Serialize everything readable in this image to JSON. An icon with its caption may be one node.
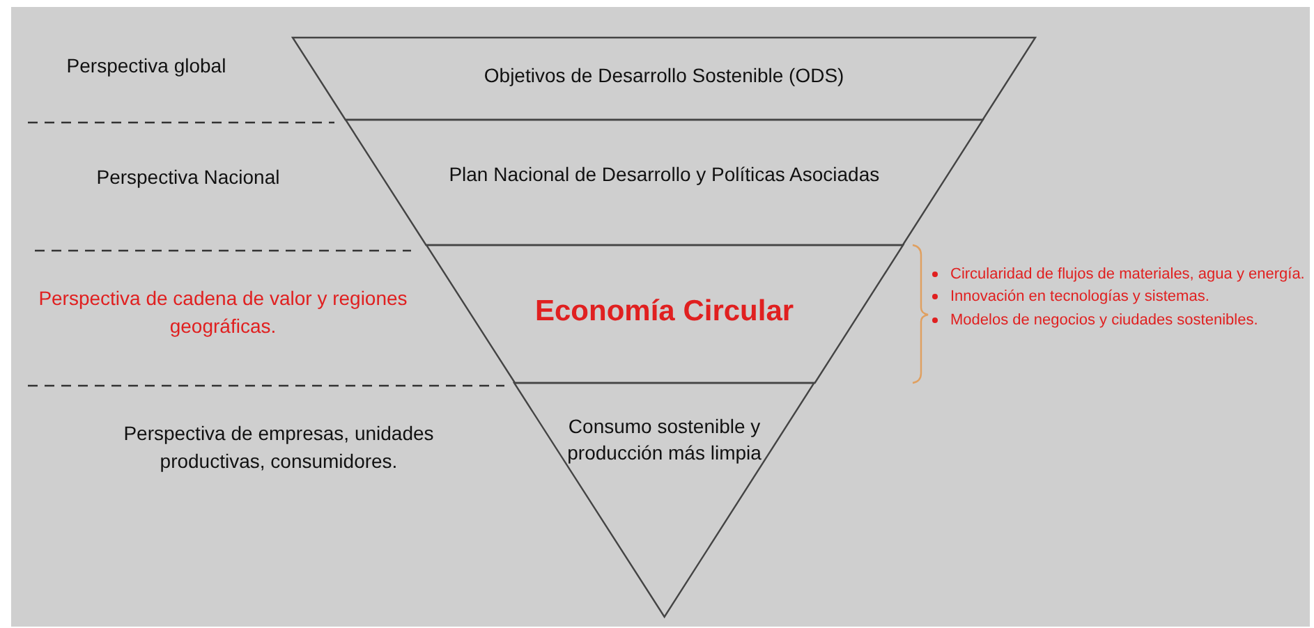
{
  "diagram": {
    "nodes": [
      {
        "text": [
          "Objetivos de Desarrollo Sostenible (ODS)"
        ]
      },
      {
        "text": [
          "Plan Nacional de Desarrollo y Políticas Asociadas"
        ]
      },
      {
        "text": [
          "Economía Circular"
        ]
      },
      {
        "text": [
          "Consumo sostenible y producción más limpia"
        ]
      }
    ],
    "labels": [
      "Perspectiva global",
      "Perspectiva Nacional",
      "Perspectiva de cadena de valor y regiones geográficas.",
      "Perspectiva de empresas, unidades productivas, consumidores.",
      "Circularidad de flujos de materiales, agua y energía.",
      "Innovación en tecnologías y sistemas.",
      "Modelos de negocios y ciudades sostenibles."
    ]
  }
}
